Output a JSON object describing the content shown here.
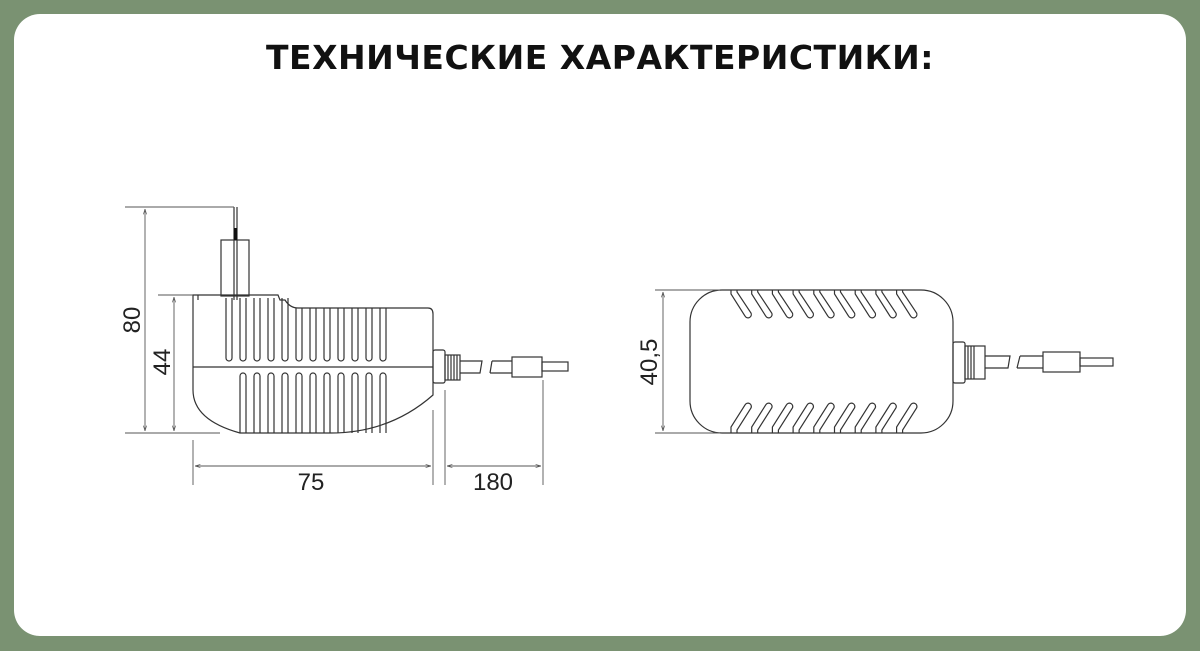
{
  "title": "ТЕХНИЧЕСКИЕ ХАРАКТЕРИСТИКИ:",
  "side_view": {
    "dim_total_height": "80",
    "dim_body_height": "44",
    "dim_length": "75",
    "dim_cable": "180"
  },
  "top_view": {
    "dim_width": "40,5"
  },
  "colors": {
    "border": "#7a9272",
    "card": "#ffffff",
    "line": "#333333"
  }
}
